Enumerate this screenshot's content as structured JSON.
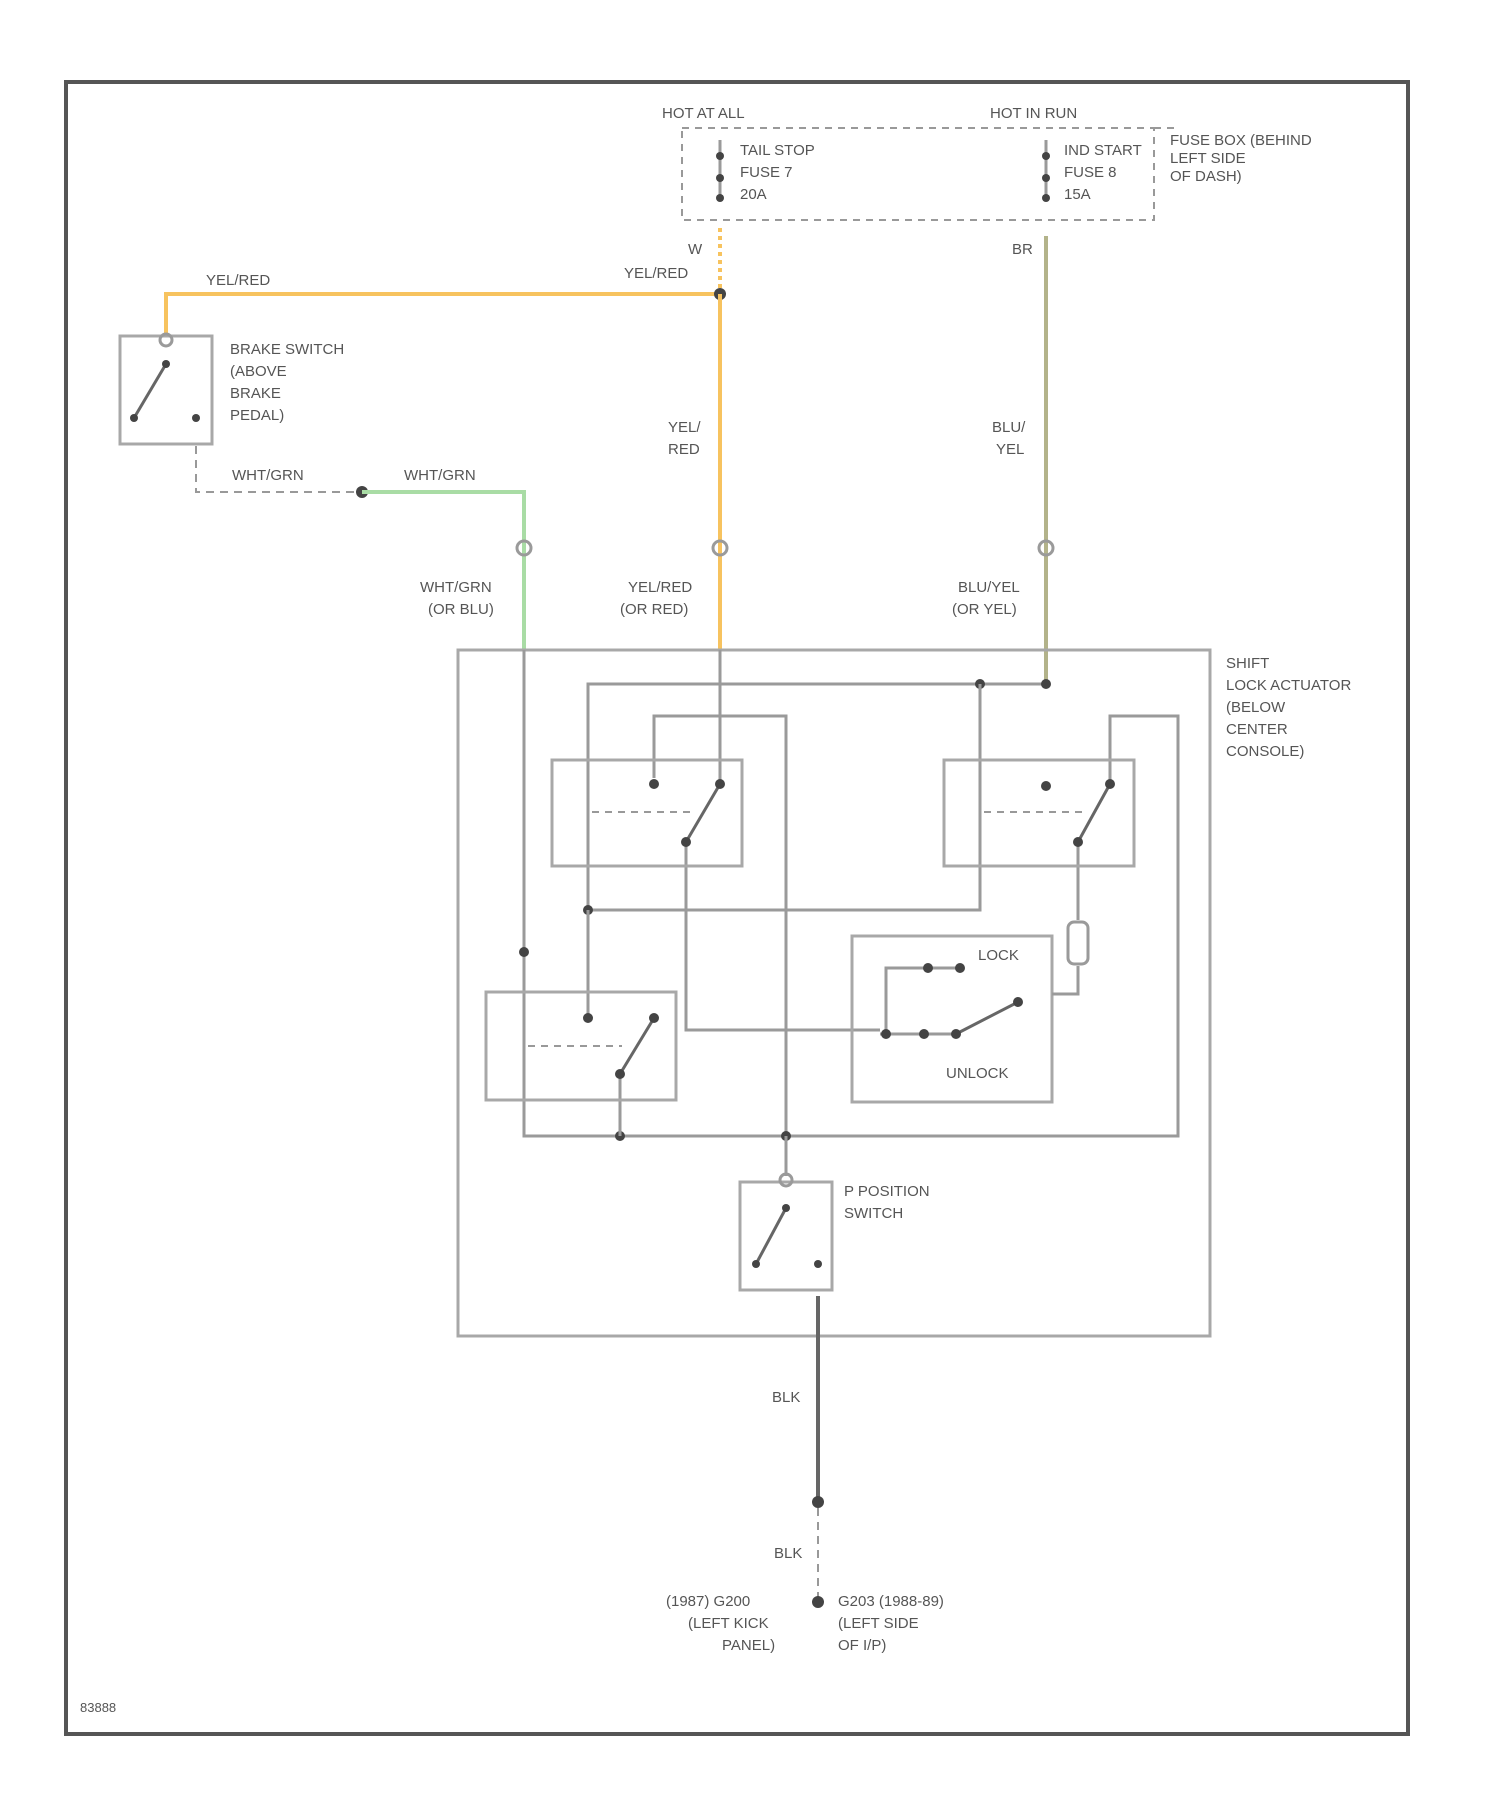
{
  "colors": {
    "yel_red": "#f7c35f",
    "wht_grn": "#a9dca5",
    "blu_yel": "#b3b38a",
    "blk": "#666666"
  },
  "fuse_panel": {
    "hot_at_all": "HOT AT ALL",
    "hot_in_run": "HOT IN RUN",
    "label_lines": [
      "FUSE BOX (BEHIND",
      "LEFT SIDE",
      "OF DASH)"
    ],
    "fuse1_lines": [
      "TAIL STOP",
      "FUSE 7",
      "20A"
    ],
    "fuse2_lines": [
      "IND START",
      "FUSE 8",
      "15A"
    ]
  },
  "wires": {
    "w_top": "W",
    "yel_red_top": "YEL/RED",
    "yel_red_left": "YEL/RED",
    "br_top": "BR",
    "yel_red_mid_lines": [
      "YEL/",
      "RED"
    ],
    "blu_yel_mid_lines": [
      "BLU/",
      "YEL"
    ],
    "wht_grn_1": "WHT/GRN",
    "wht_grn_2": "WHT/GRN",
    "wht_grn_lower_lines": [
      "WHT/GRN",
      "(OR BLU)"
    ],
    "yel_red_lower_lines": [
      "YEL/RED",
      "(OR RED)"
    ],
    "blu_yel_lower_lines": [
      "BLU/YEL",
      "(OR YEL)"
    ],
    "blk_1": "BLK",
    "blk_2": "BLK"
  },
  "brake_switch": {
    "lines": [
      "BRAKE SWITCH",
      "(ABOVE",
      "BRAKE",
      "PEDAL)"
    ]
  },
  "actuator": {
    "label_lines": [
      "SHIFT",
      "LOCK ACTUATOR",
      "(BELOW",
      "CENTER",
      "CONSOLE)"
    ],
    "lock": "LOCK",
    "unlock": "UNLOCK"
  },
  "p_switch": {
    "lines": [
      "P POSITION",
      "SWITCH"
    ]
  },
  "ground": {
    "left_lines": [
      "(1987)    G200",
      "(LEFT KICK",
      "PANEL)"
    ],
    "right_lines": [
      "G203    (1988-89)",
      "(LEFT SIDE",
      "OF I/P)"
    ]
  },
  "figure_id": "83888"
}
